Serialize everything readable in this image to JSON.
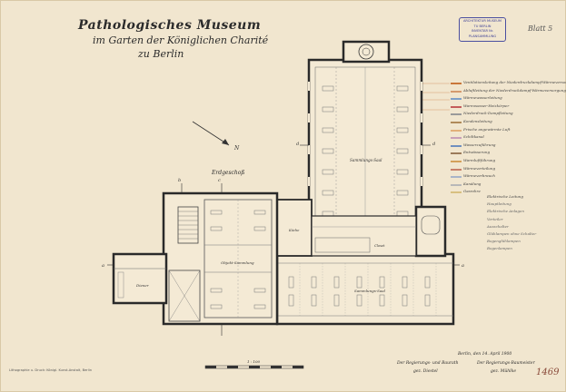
{
  "title": {
    "line1": "Pathologisches Museum",
    "line2": "im Garten der Königlichen Charité",
    "line3": "zu Berlin"
  },
  "sheet_number": "Blatt 5",
  "stamp": {
    "lines": [
      "ARCHITEKTUR MUSEUM",
      "TU BERLIN",
      "INVENTAR Nr.",
      "PLANSAMMLUNG"
    ]
  },
  "floor_label": "Erdgeschoß",
  "rooms": {
    "sammlungs_saal_north": "Sammlungs-Saal",
    "sammlungs_saal_east": "Sammlungs-Saal",
    "objekt_sammlung": "Objekt-Sammlung",
    "diener": "Diener",
    "kueche": "Küche",
    "closet": "Closet"
  },
  "axis_letters": {
    "a": "a",
    "b": "b",
    "c": "c",
    "d": "d"
  },
  "north_arrow_label": "N",
  "legend": [
    {
      "label": "Ventilationsleitung der Niederdruckdampf-Wärmeversorgung",
      "color": "#c9773b"
    },
    {
      "label": "Abluftleitung der Niederdruckdampf-Wärmeversorgung",
      "color": "#d49a6e"
    },
    {
      "label": "Wärmewasserleitung",
      "color": "#7fa0c8"
    },
    {
      "label": "Warmwasser-Heizkörper",
      "color": "#c45c5c"
    },
    {
      "label": "Niederdruck-Dampfleitung",
      "color": "#9a9a9a"
    },
    {
      "label": "Kondensleitung",
      "color": "#b08a5a"
    },
    {
      "label": "Frische angewärmte Luft",
      "color": "#e2b07a"
    },
    {
      "label": "Schiltkanal",
      "color": "#c8a0b8"
    },
    {
      "label": "Wasserzuführung",
      "color": "#6f8fbf"
    },
    {
      "label": "Entwässerung",
      "color": "#9b7a5a"
    },
    {
      "label": "Warmluftführung",
      "color": "#d4a05a"
    },
    {
      "label": "Wärmeverteilung",
      "color": "#c77f6a"
    },
    {
      "label": "Wärmeverbrauch",
      "color": "#a8b4c8"
    },
    {
      "label": "Kanälung",
      "color": "#b8b8b8"
    },
    {
      "label": "Gasrohre",
      "color": "#d8c080"
    }
  ],
  "legend2_title": "Elektrische Leitung",
  "legend2": [
    "Hauptleitung",
    "Elektrische Anlagen",
    "Verteiler",
    "Ausschalter",
    "Glühlampen ohne Schalter",
    "Bogenglühlampen",
    "Bogenlampen"
  ],
  "scale_label": "1 : 100",
  "date_line": "Berlin, den 14. April 1900",
  "signature_left": "Der Regierungs- und Baurath",
  "signature_right": "Der Regierungs-Baumeister",
  "signature_left_name": "gez. Diestel",
  "signature_right_name": "gez. Mühlke",
  "printer_note": "Lithographie u. Druck: Königl. Kunst-Anstalt, Berlin",
  "inventory_number": "1469"
}
